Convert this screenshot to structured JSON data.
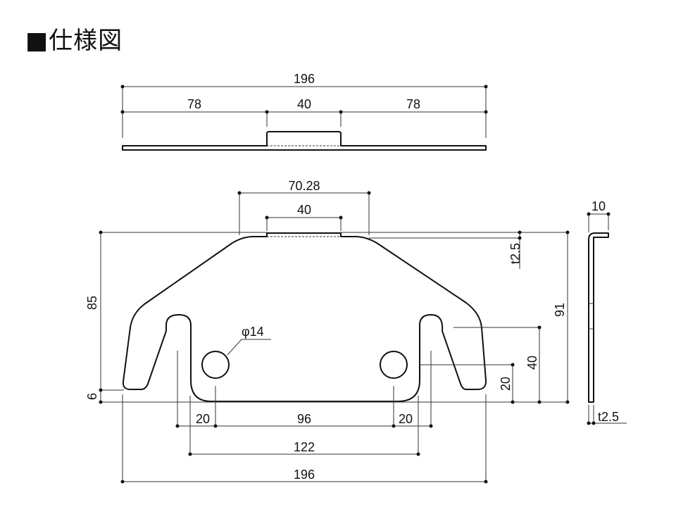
{
  "title": "■仕様図",
  "top_view": {
    "overall": "196",
    "left": "78",
    "middle": "40",
    "right": "78"
  },
  "front_view": {
    "top_width": "70.28",
    "bump_width": "40",
    "thickness": "t2.5",
    "height_left": "85",
    "foot_height": "6",
    "height_right": "91",
    "slot_height": "40",
    "hole_height": "20",
    "hole_diameter": "φ14",
    "bottom_left": "20",
    "hole_spacing": "96",
    "bottom_right": "20",
    "slot_spacing": "122",
    "overall_width": "196"
  },
  "side_view": {
    "flange": "10",
    "thickness": "t2.5"
  }
}
